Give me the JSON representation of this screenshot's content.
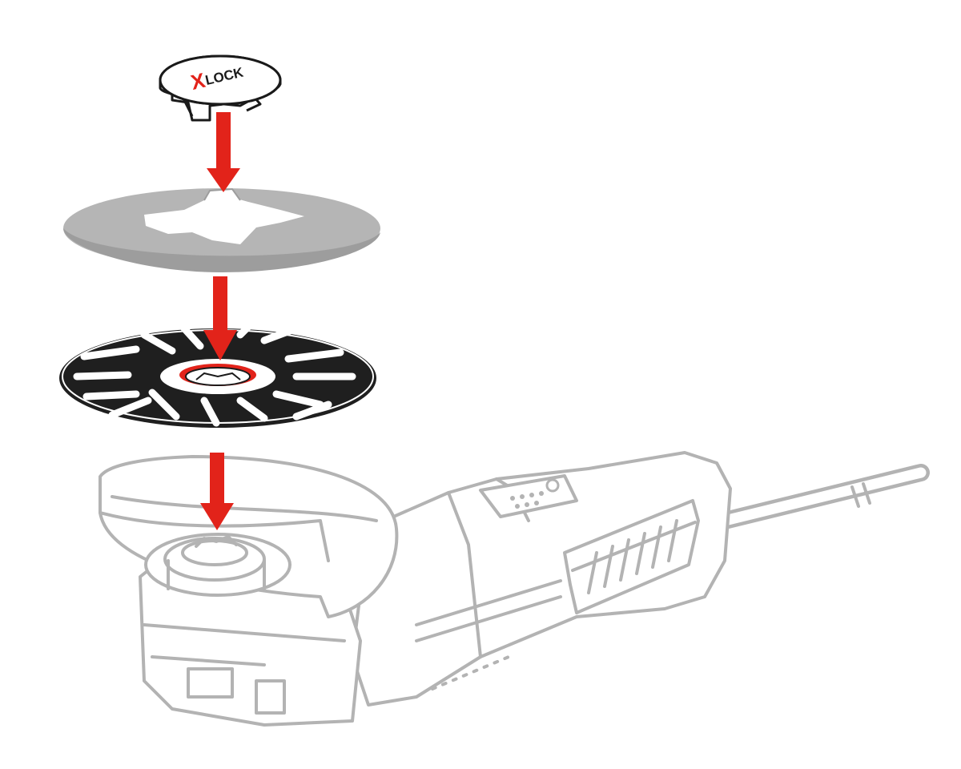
{
  "logo": {
    "prefix": "X",
    "suffix": "LOCK"
  },
  "colors": {
    "arrow": "#e2231a",
    "outline": "#1a1a1a",
    "flange_gray": "#b5b5b5",
    "wheel_black": "#1f1f1f",
    "tool_gray": "#b3b3b3",
    "accent_red": "#e2231a"
  },
  "steps": [
    {
      "part": "x-lock-clamping-unit"
    },
    {
      "part": "support-flange"
    },
    {
      "part": "flap-disc-wheel"
    },
    {
      "part": "angle-grinder"
    }
  ]
}
